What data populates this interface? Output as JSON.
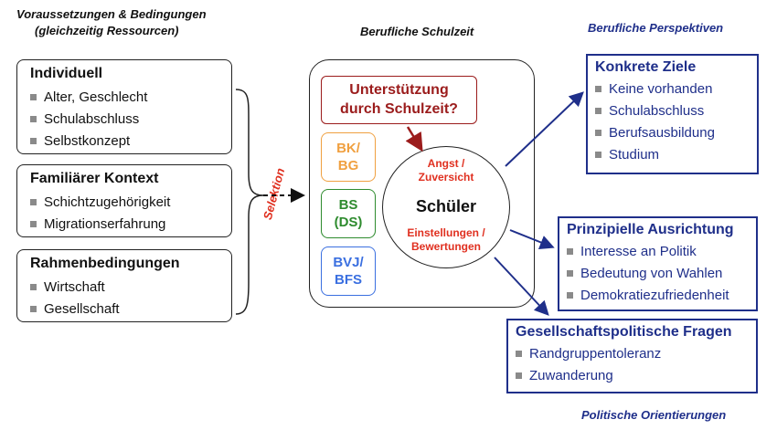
{
  "headers": {
    "left_line1": "Voraussetzungen & Bedingungen",
    "left_line2": "(gleichzeitig Ressourcen)",
    "middle": "Berufliche Schulzeit",
    "right_top": "Berufliche Perspektiven",
    "right_bottom": "Politische Orientierungen"
  },
  "left_boxes": [
    {
      "title": "Individuell",
      "items": [
        "Alter, Geschlecht",
        "Schulabschluss",
        "Selbstkonzept"
      ]
    },
    {
      "title": "Familiärer Kontext",
      "items": [
        "Schichtzugehörigkeit",
        "Migrationserfahrung"
      ]
    },
    {
      "title": "Rahmenbedingungen",
      "items": [
        "Wirtschaft",
        "Gesellschaft"
      ]
    }
  ],
  "selektion": "Selektion",
  "center": {
    "support_line1": "Unterstützung",
    "support_line2": "durch Schulzeit?",
    "small_boxes": [
      {
        "line1": "BK/",
        "line2": "BG",
        "color": "#f0a040"
      },
      {
        "line1": "BS",
        "line2": "(DS)",
        "color": "#2e8b2e"
      },
      {
        "line1": "BVJ/",
        "line2": "BFS",
        "color": "#3a6fe0"
      }
    ],
    "circle": {
      "top_line1": "Angst /",
      "top_line2": "Zuversicht",
      "main": "Schüler",
      "bottom_line1": "Einstellungen /",
      "bottom_line2": "Bewertungen"
    }
  },
  "right_boxes": [
    {
      "title": "Konkrete Ziele",
      "items": [
        "Keine vorhanden",
        "Schulabschluss",
        "Berufsausbildung",
        "Studium"
      ]
    },
    {
      "title": "Prinzipielle Ausrichtung",
      "items": [
        "Interesse an Politik",
        "Bedeutung von Wahlen",
        "Demokratiezufriedenheit"
      ]
    },
    {
      "title": "Gesellschaftspolitische Fragen",
      "items": [
        "Randgruppentoleranz",
        "Zuwanderung"
      ]
    }
  ],
  "colors": {
    "dark_red": "#9b1c1c",
    "red": "#e03020",
    "blue": "#1f2f8a"
  }
}
